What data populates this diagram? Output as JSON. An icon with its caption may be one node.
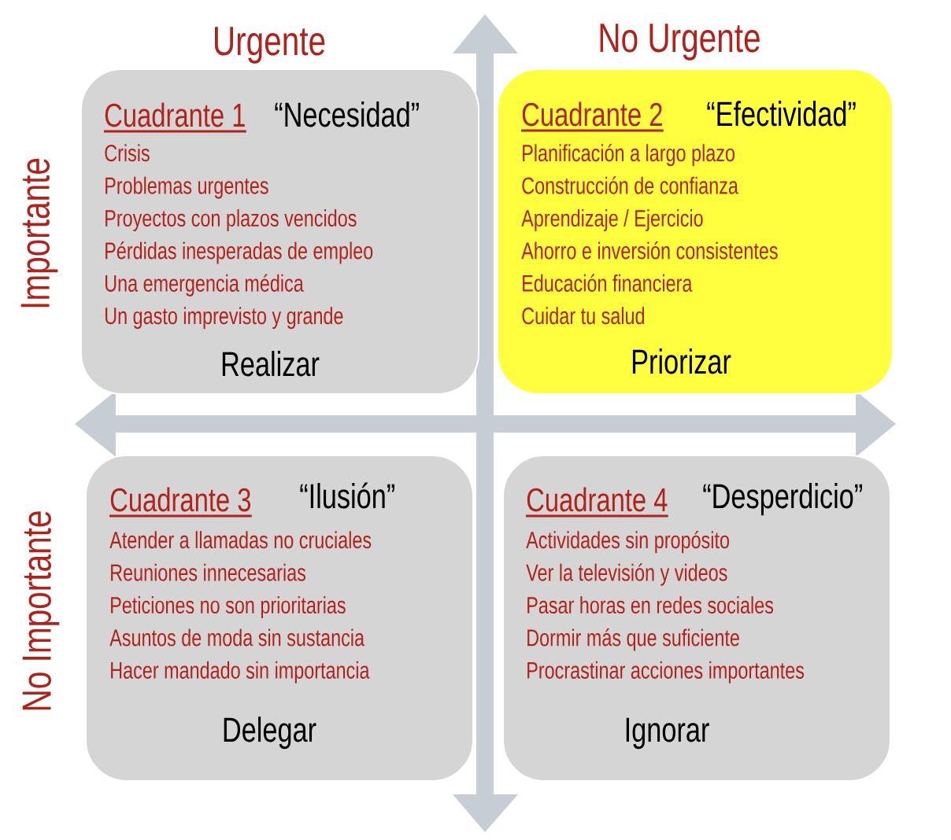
{
  "diagram": {
    "nodes": [
      {
        "text": [
          "Cuadrante 1",
          "“Necesidad”",
          "Crisis",
          "Problemas urgentes",
          "Proyectos con plazos vencidos",
          "Pérdidas inesperadas de empleo",
          "Una emergencia médica",
          "Un gasto imprevisto y grande",
          "Realizar"
        ]
      },
      {
        "text": [
          "Cuadrante 2",
          "“Efectividad”",
          "Planificación a largo plazo",
          "Construcción de confianza",
          "Aprendizaje / Ejercicio",
          "Ahorro e inversión consistentes",
          "Educación financiera",
          "Cuidar tu salud",
          "Priorizar"
        ]
      },
      {
        "text": [
          "Cuadrante 3",
          "“Ilusión”",
          "Atender a llamadas no cruciales",
          "Reuniones innecesarias",
          "Peticiones no son prioritarias",
          "Asuntos de moda sin sustancia",
          "Hacer mandado sin importancia",
          "Delegar"
        ]
      },
      {
        "text": [
          "Cuadrante 4",
          "“Desperdicio”",
          "Actividades sin propósito",
          "Ver la televisión y videos",
          "Pasar horas en redes sociales",
          "Dormir más que suficiente",
          "Procrastinar acciones importantes",
          "Ignorar"
        ]
      }
    ],
    "labels": [
      "Urgente",
      "No Urgente",
      "Importante",
      "No Importante"
    ]
  }
}
